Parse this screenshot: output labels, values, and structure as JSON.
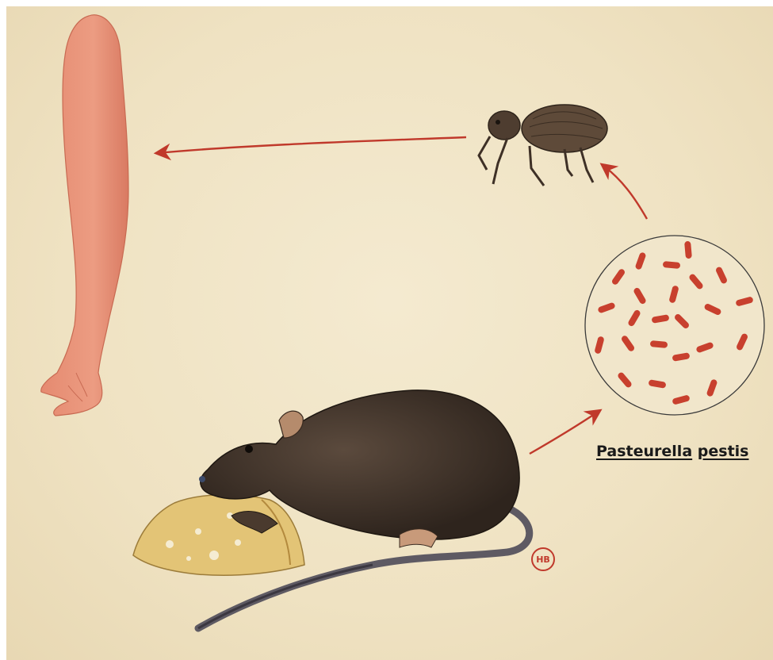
{
  "label": {
    "genus": "Pasteurella",
    "species": "pestis"
  },
  "signature": "HB",
  "colors": {
    "paper": "#efe2c2",
    "arrow": "#c0392b",
    "bacteria": "#c8402e",
    "skin": "#e8937a",
    "rat_fur": "#3e3128",
    "flea": "#5a4636",
    "bread": "#e3c476"
  },
  "icons": [
    "human-arm-icon",
    "flea-icon",
    "rat-icon",
    "bread-icon",
    "bacteria-circle-icon"
  ]
}
